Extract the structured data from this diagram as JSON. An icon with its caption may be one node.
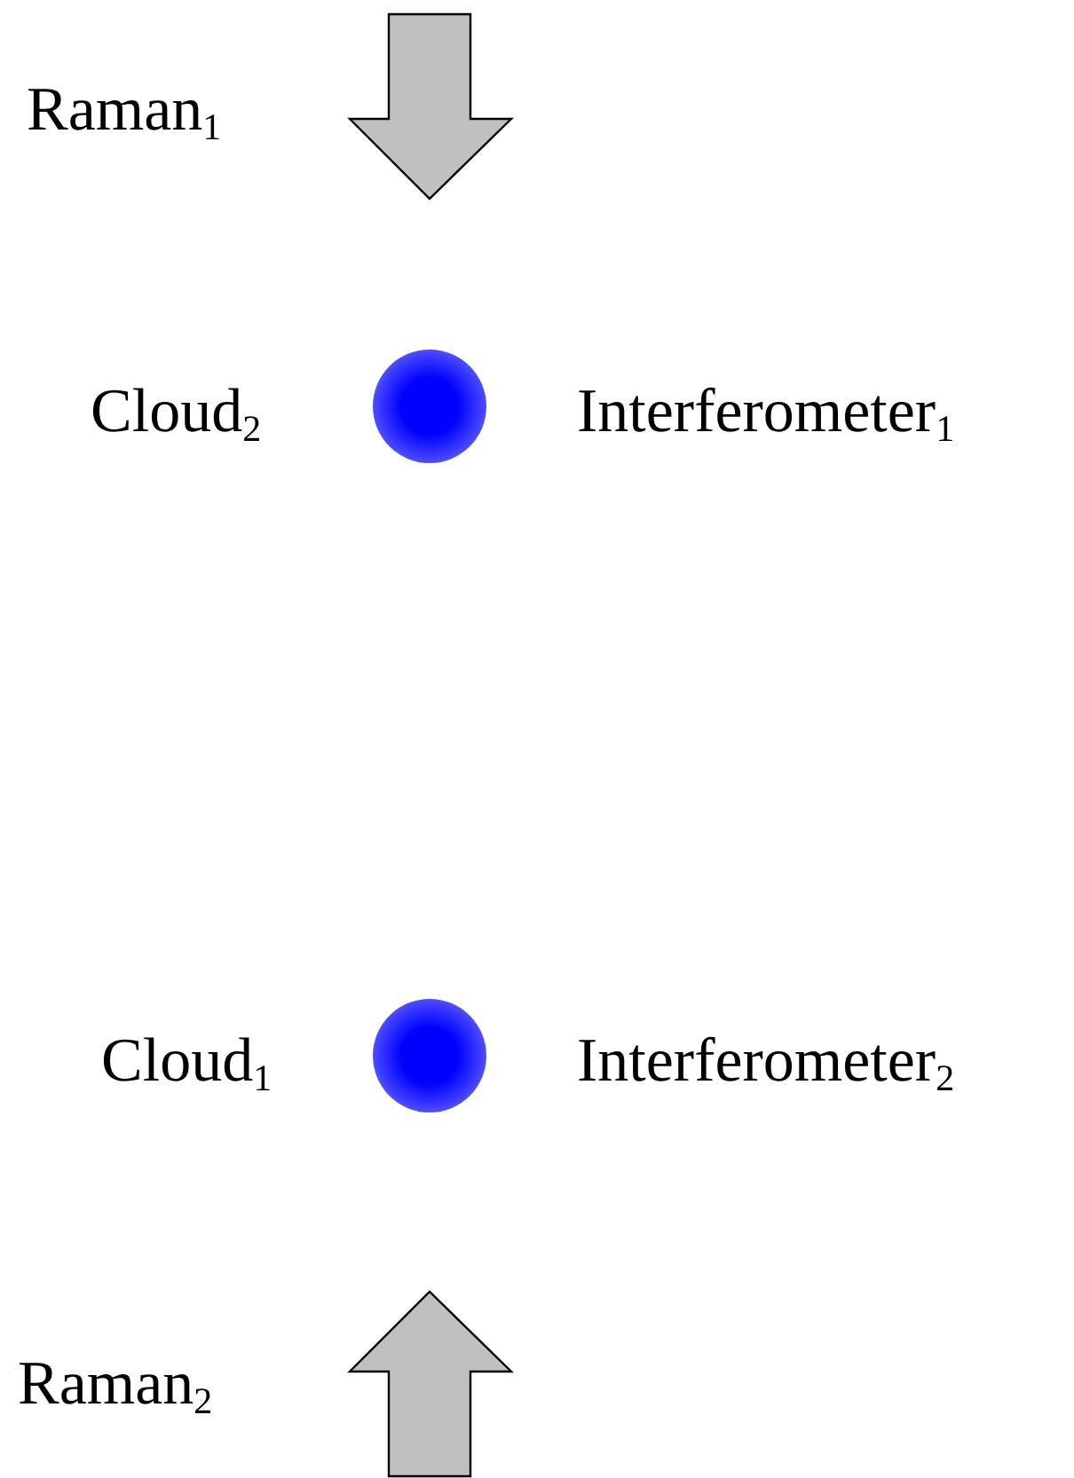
{
  "diagram": {
    "nodes": [
      {
        "text": [],
        "shape": "circle",
        "beside": [
          "Cloud$_{2}$",
          "Interferometer$_{1}$"
        ]
      },
      {
        "text": [],
        "shape": "circle",
        "beside": [
          "Cloud$_{1}$",
          "Interferometer$_{2}$"
        ]
      }
    ],
    "labels": [
      "Raman$_{1}$",
      "Raman$_{2}$"
    ]
  }
}
